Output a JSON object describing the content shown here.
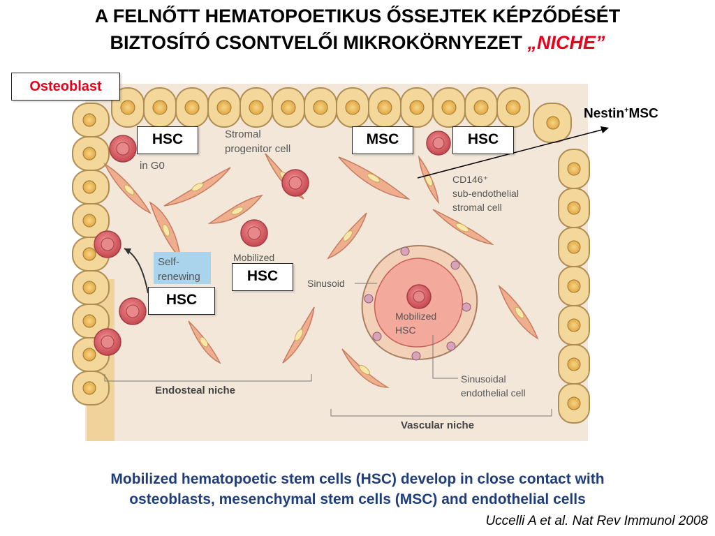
{
  "title": {
    "line1": "A FELNŐTT HEMATOPOETIKUS ŐSSEJTEK KÉPZŐDÉSÉT",
    "line2_prefix": "BIZTOSÍTÓ CSONTVELŐI MIKROKÖRNYEZET ",
    "line2_accent": "„NICHE”"
  },
  "labels": {
    "osteoblast": "Osteoblast",
    "hsc": "HSC",
    "msc": "MSC",
    "nestin_prefix": "Nestin",
    "nestin_sup": "+",
    "nestin_suffix": "MSC"
  },
  "diagram_text": {
    "stromal_line1": "Stromal",
    "stromal_line2": "progenitor cell",
    "in_g0": "in G0",
    "cd146_line1": "CD146⁺",
    "cd146_line2": "sub-endothelial",
    "cd146_line3": "stromal cell",
    "self_renewing_line1": "Self-",
    "self_renewing_line2": "renewing",
    "mobilized_partial": "Mobilized",
    "sinusoid": "Sinusoid",
    "mobilized_hsc_line1": "Mobilized",
    "mobilized_hsc_line2": "HSC",
    "sinusoidal_line1": "Sinusoidal",
    "sinusoidal_line2": "endothelial cell",
    "endosteal_niche": "Endosteal niche",
    "vascular_niche": "Vascular niche"
  },
  "caption": {
    "line1": "Mobilized hematopoetic stem cells (HSC) develop in close contact with",
    "line2": "osteoblasts, mesenchymal stem cells (MSC) and endothelial cells"
  },
  "citation": "Uccelli A et al. Nat Rev Immunol 2008",
  "colors": {
    "accent_red": "#e8001c",
    "caption_blue": "#1f3d7a",
    "background": "#f3e7da",
    "osteoblast_fill": "#f3d79b",
    "hsc_fill": "#d9656b",
    "stromal_fill": "#f0b08e",
    "self_renewing_box": "#a9d4ec"
  }
}
